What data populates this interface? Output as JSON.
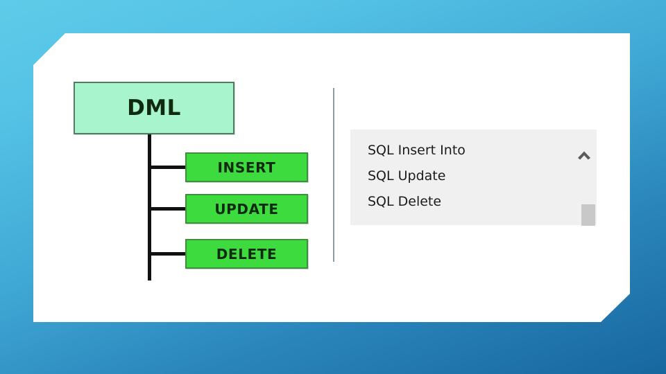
{
  "slide": {
    "background_top_color": "#5fcbe9",
    "background_bottom_color": "#17679f",
    "card_color": "#ffffff"
  },
  "diagram": {
    "name": "dml-hierarchy-diagram",
    "root": {
      "label": "DML",
      "fill_color": "#a8f5cd",
      "border_color": "#4f7d5f"
    },
    "leaves": [
      {
        "label": "INSERT",
        "fill_color": "#3ddb3d",
        "border_color": "#3f8f3f"
      },
      {
        "label": "UPDATE",
        "fill_color": "#3ddb3d",
        "border_color": "#3f8f3f"
      },
      {
        "label": "DELETE",
        "fill_color": "#3ddb3d",
        "border_color": "#3f8f3f"
      }
    ],
    "connector_color": "#111111"
  },
  "divider": {
    "color": "#8d9aa6"
  },
  "list_panel": {
    "background_color": "#f0f0f0",
    "items": [
      {
        "label": "SQL Insert Into"
      },
      {
        "label": "SQL Update"
      },
      {
        "label": "SQL Delete"
      }
    ],
    "collapse_icon": "chevron-up-icon",
    "scrollbar": {
      "thumb_color": "#c8c8c8"
    }
  }
}
